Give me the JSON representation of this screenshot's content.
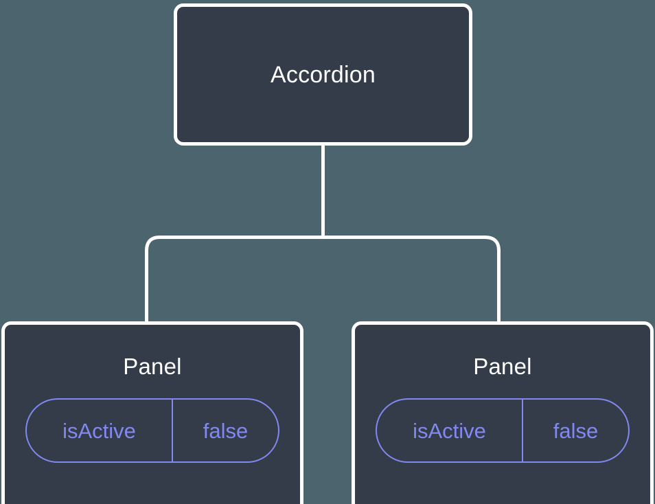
{
  "diagram": {
    "type": "component-tree",
    "background_color": "#4c646e",
    "node_fill_color": "#343b49",
    "node_border_color": "#ffffff",
    "connector_color": "#ffffff",
    "accent_color": "#8289f0",
    "root": {
      "label": "Accordion"
    },
    "children": [
      {
        "label": "Panel",
        "prop": {
          "key": "isActive",
          "value": "false"
        }
      },
      {
        "label": "Panel",
        "prop": {
          "key": "isActive",
          "value": "false"
        }
      }
    ]
  }
}
